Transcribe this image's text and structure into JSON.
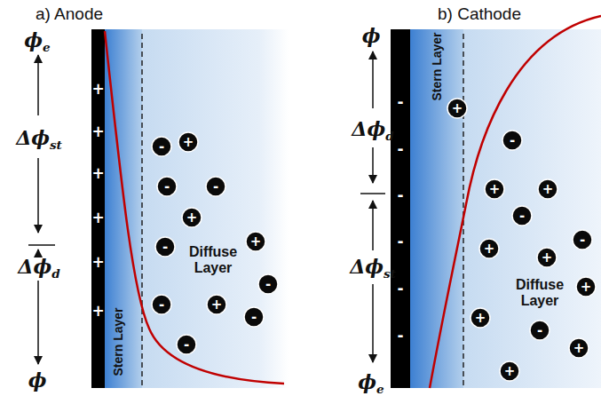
{
  "diagram": {
    "nodes": [
      {
        "text": [
          "-"
        ]
      },
      {
        "text": [
          "+"
        ]
      },
      {
        "text": [
          "-"
        ]
      },
      {
        "text": [
          "-"
        ]
      },
      {
        "text": [
          "+"
        ]
      },
      {
        "text": [
          "-"
        ]
      },
      {
        "text": [
          "+"
        ]
      },
      {
        "text": [
          "-"
        ]
      },
      {
        "text": [
          "-"
        ]
      },
      {
        "text": [
          "+"
        ]
      },
      {
        "text": [
          "-"
        ]
      },
      {
        "text": [
          "-"
        ]
      },
      {
        "text": [
          "+"
        ]
      },
      {
        "text": [
          "-"
        ]
      },
      {
        "text": [
          "+"
        ]
      },
      {
        "text": [
          "+"
        ]
      },
      {
        "text": [
          "-"
        ]
      },
      {
        "text": [
          "-"
        ]
      },
      {
        "text": [
          "+"
        ]
      },
      {
        "text": [
          "+"
        ]
      },
      {
        "text": [
          "+"
        ]
      },
      {
        "text": [
          "-"
        ]
      },
      {
        "text": [
          "+"
        ]
      },
      {
        "text": [
          "+"
        ]
      },
      {
        "text": [
          "+"
        ]
      }
    ],
    "edges": [],
    "labels": [
      "a) Anode",
      "ϕe",
      "Δϕst",
      "Δϕd",
      "ϕ",
      "+",
      "+",
      "+",
      "+",
      "+",
      "+",
      "Stern Layer",
      "Diffuse Layer",
      "b) Cathode",
      "ϕ",
      "Δϕd",
      "Δϕst",
      "ϕe",
      "-",
      "-",
      "-",
      "-",
      "-",
      "-",
      "Stern Layer",
      "Diffuse Layer"
    ]
  }
}
